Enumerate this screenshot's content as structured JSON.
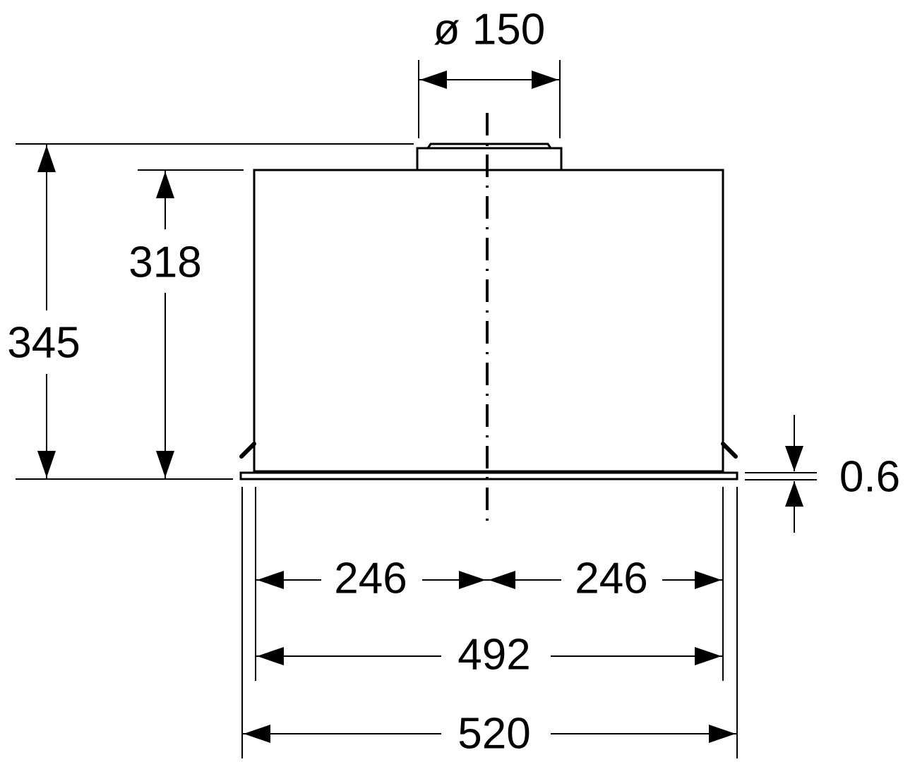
{
  "dimensions": {
    "duct_diameter": "ø 150",
    "total_height": "345",
    "body_height": "318",
    "flange_thickness": "0.6",
    "half_width_left": "246",
    "half_width_right": "246",
    "body_width": "492",
    "flange_width": "520"
  }
}
